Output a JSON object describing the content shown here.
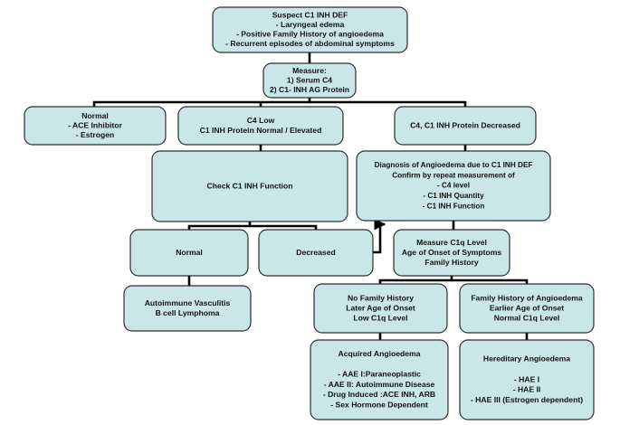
{
  "colors": {
    "box_fill": "#c9e6e9",
    "box_stroke": "#2e2e2e",
    "connector": "#000000"
  },
  "boxes": {
    "suspect": {
      "lines": [
        "Suspect C1 INH DEF",
        "-  Laryngeal edema",
        "-  Positive Family History of angioedema",
        "-  Recurrent episodes of abdominal symptoms"
      ]
    },
    "measure": {
      "lines": [
        "Measure:",
        "1) Serum C4",
        "2) C1- INH AG Protein"
      ]
    },
    "normal_top": {
      "lines": [
        "Normal",
        "- ACE Inhibitor",
        "-  Estrogen"
      ]
    },
    "c4_low": {
      "lines": [
        "C4 Low",
        "C1 INH Protein Normal / Elevated"
      ]
    },
    "c4_c1_decreased": {
      "lines": [
        "C4, C1 INH Protein Decreased"
      ]
    },
    "check_function": {
      "lines": [
        "Check C1 INH Function"
      ]
    },
    "diagnosis": {
      "lines": [
        "Diagnosis of Angioedema due to C1 INH DEF",
        "Confirm by repeat measurement of",
        "- C4 level",
        "- C1 INH Quantity",
        "- C1 INH Function"
      ]
    },
    "normal_mid": {
      "lines": [
        "Normal"
      ]
    },
    "decreased": {
      "lines": [
        "Decreased"
      ]
    },
    "measure_c1q": {
      "lines": [
        "Measure C1q Level",
        "Age of Onset of Symptoms",
        "Family History"
      ]
    },
    "autoimmune": {
      "lines": [
        "Autoimmune Vasculitis",
        "B cell Lymphoma"
      ]
    },
    "no_family": {
      "lines": [
        "No Family History",
        "Later Age of Onset",
        "Low C1q Level"
      ]
    },
    "family": {
      "lines": [
        "Family History of Angioedema",
        "Earlier Age of Onset",
        "Normal C1q Level"
      ]
    },
    "acquired": {
      "lines": [
        "Acquired Angioedema",
        "",
        "- AAE I:Paraneoplastic",
        "- AAE II: Autoimmune Disease",
        "- Drug Induced :ACE INH, ARB",
        "- Sex Hormone Dependent"
      ]
    },
    "hereditary": {
      "lines": [
        "Hereditary Angioedema",
        "",
        "- HAE I",
        "- HAE II",
        "- HAE III (Estrogen dependent)"
      ]
    }
  },
  "connectors": [
    {
      "from": "suspect",
      "to": "measure"
    },
    {
      "from": "measure",
      "to": "normal_top"
    },
    {
      "from": "measure",
      "to": "c4_low"
    },
    {
      "from": "measure",
      "to": "c4_c1_decreased"
    },
    {
      "from": "c4_low",
      "to": "check_function"
    },
    {
      "from": "c4_c1_decreased",
      "to": "diagnosis"
    },
    {
      "from": "check_function",
      "to": "normal_mid"
    },
    {
      "from": "check_function",
      "to": "decreased"
    },
    {
      "from": "decreased",
      "to": "diagnosis"
    },
    {
      "from": "diagnosis",
      "to": "measure_c1q"
    },
    {
      "from": "normal_mid",
      "to": "autoimmune"
    },
    {
      "from": "measure_c1q",
      "to": "no_family"
    },
    {
      "from": "measure_c1q",
      "to": "family"
    },
    {
      "from": "no_family",
      "to": "acquired"
    },
    {
      "from": "family",
      "to": "hereditary"
    }
  ]
}
